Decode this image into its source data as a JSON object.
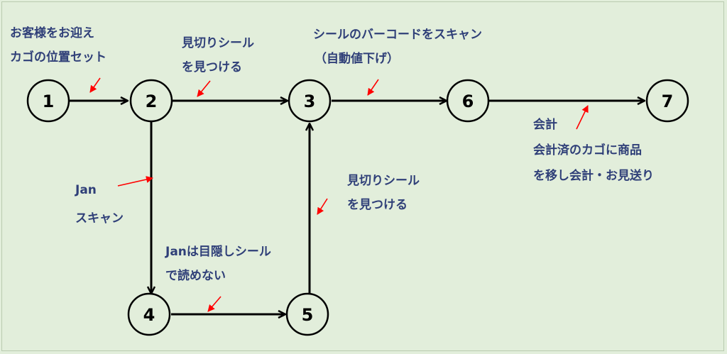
{
  "nodes": [
    {
      "id": "1",
      "label": "1"
    },
    {
      "id": "2",
      "label": "2"
    },
    {
      "id": "3",
      "label": "3"
    },
    {
      "id": "4",
      "label": "4"
    },
    {
      "id": "5",
      "label": "5"
    },
    {
      "id": "6",
      "label": "6"
    },
    {
      "id": "7",
      "label": "7"
    }
  ],
  "edges": [
    {
      "from": "1",
      "to": "2"
    },
    {
      "from": "2",
      "to": "3"
    },
    {
      "from": "3",
      "to": "6"
    },
    {
      "from": "6",
      "to": "7"
    },
    {
      "from": "2",
      "to": "4"
    },
    {
      "from": "4",
      "to": "5"
    },
    {
      "from": "5",
      "to": "3"
    }
  ],
  "annotations": {
    "edge_1_2": [
      "お客様をお迎え",
      "カゴの位置セット"
    ],
    "edge_2_3": [
      "見切りシール",
      "を見つける"
    ],
    "edge_3_6": [
      "シールのバーコードをスキャン",
      "（自動値下げ）"
    ],
    "edge_6_7": [
      "会計",
      "会計済のカゴに商品",
      "を移し会計・お見送り"
    ],
    "edge_2_4": [
      "Jan",
      "スキャン"
    ],
    "edge_5_3": [
      "見切りシール",
      "を見つける"
    ],
    "edge_4_5": [
      "Janは目隠しシール",
      "で読めない"
    ]
  },
  "colors": {
    "background": "#e2eedb",
    "text": "#2f3f78",
    "pointer_arrow": "#ff0000",
    "node_fill": "#e2eedb",
    "node_stroke": "#000000"
  }
}
